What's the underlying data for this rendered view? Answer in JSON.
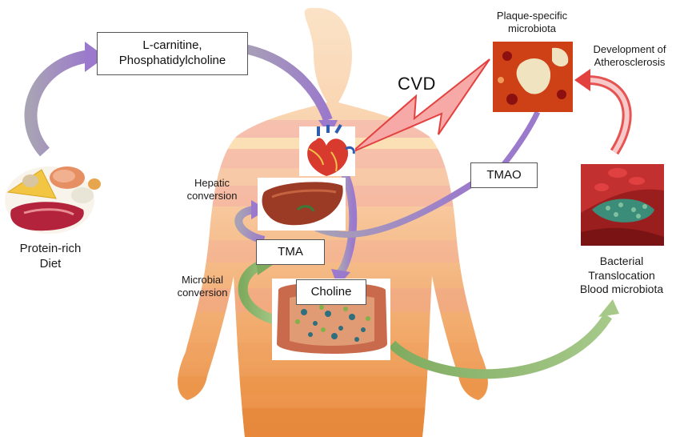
{
  "boxes": {
    "lcarnitine_line1": "L-carnitine,",
    "lcarnitine_line2": "Phosphatidylcholine",
    "tma": "TMA",
    "choline": "Choline",
    "tmao": "TMAO"
  },
  "labels": {
    "plaque_line1": "Plaque-specific",
    "plaque_line2": "microbiota",
    "development_line1": "Development of",
    "development_line2": "Atherosclerosis",
    "cvd": "CVD",
    "hepatic_line1": "Hepatic",
    "hepatic_line2": "conversion",
    "microbial_line1": "Microbial",
    "microbial_line2": "conversion",
    "diet_line1": "Protein-rich",
    "diet_line2": "Diet",
    "bacterial_line1": "Bacterial",
    "bacterial_line2": "Translocation",
    "bacterial_line3": "Blood microbiota"
  },
  "colors": {
    "body_skin": "#f6cfa6",
    "band_pink": "#f3a9a7",
    "band_orange": "#e98a3e",
    "arrow_purple": "#9a7cc8",
    "arrow_grey": "#a9a3b8",
    "arrow_green": "#8bb26a",
    "arrow_red": "#e2413f",
    "lightning_fill": "#f7a9a7",
    "lightning_stroke": "#e2413f"
  },
  "icons": [
    "heart-icon",
    "liver-icon",
    "intestine-icon",
    "protein-food-icon",
    "plaque-icon",
    "blood-vessel-icon"
  ]
}
